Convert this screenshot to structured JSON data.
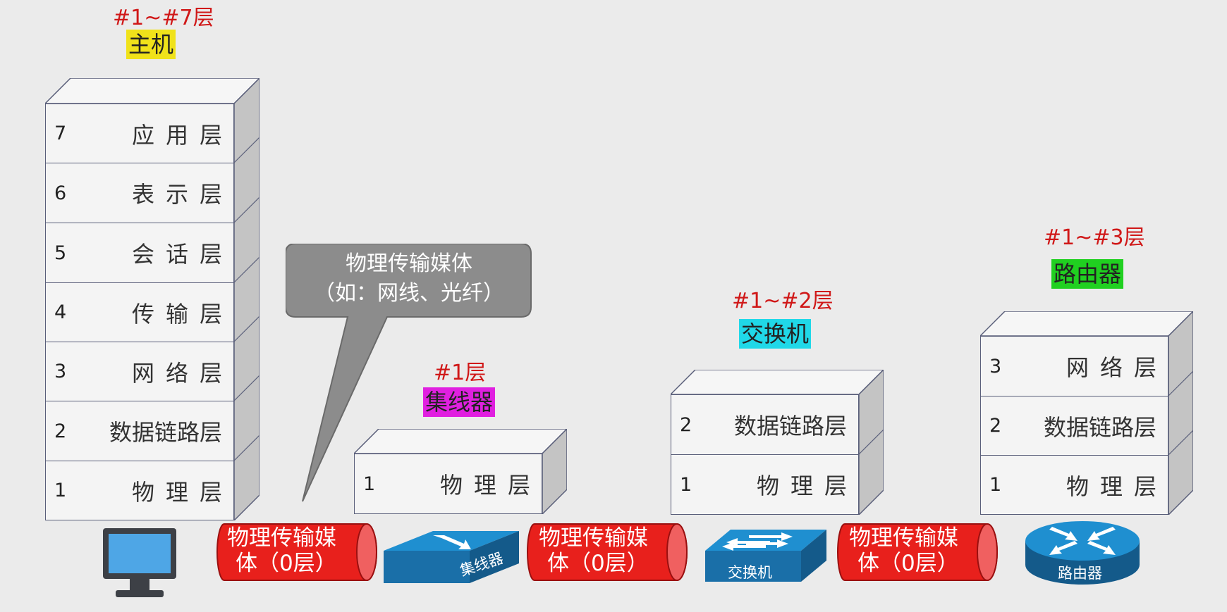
{
  "devices": {
    "host": {
      "layers_tag": "#1~#7层",
      "name": "主机",
      "name_bg": "#f0e21a",
      "layers": [
        {
          "num": "7",
          "name": "应用层"
        },
        {
          "num": "6",
          "name": "表示层"
        },
        {
          "num": "5",
          "name": "会话层"
        },
        {
          "num": "4",
          "name": "传输层"
        },
        {
          "num": "3",
          "name": "网络层"
        },
        {
          "num": "2",
          "name": "数据链路层"
        },
        {
          "num": "1",
          "name": "物理层"
        }
      ]
    },
    "hub": {
      "layers_tag": "#1层",
      "name": "集线器",
      "name_bg": "#e020e0",
      "icon_label": "集线器",
      "layers": [
        {
          "num": "1",
          "name": "物理层"
        }
      ]
    },
    "switch": {
      "layers_tag": "#1~#2层",
      "name": "交换机",
      "name_bg": "#20d8e8",
      "icon_label": "交换机",
      "layers": [
        {
          "num": "2",
          "name": "数据链路层"
        },
        {
          "num": "1",
          "name": "物理层"
        }
      ]
    },
    "router": {
      "layers_tag": "#1~#3层",
      "name": "路由器",
      "name_bg": "#20d020",
      "icon_label": "路由器",
      "layers": [
        {
          "num": "3",
          "name": "网络层"
        },
        {
          "num": "2",
          "name": "数据链路层"
        },
        {
          "num": "1",
          "name": "物理层"
        }
      ]
    }
  },
  "callout": {
    "line1": "物理传输媒体",
    "line2": "（如：网线、光纤）"
  },
  "media": {
    "line1": "物理传输媒",
    "line2": "体（0层）"
  },
  "colors": {
    "media_red": "#e8201c",
    "device_blue": "#1a7fc0",
    "callout_gray": "#8c8c8c"
  }
}
